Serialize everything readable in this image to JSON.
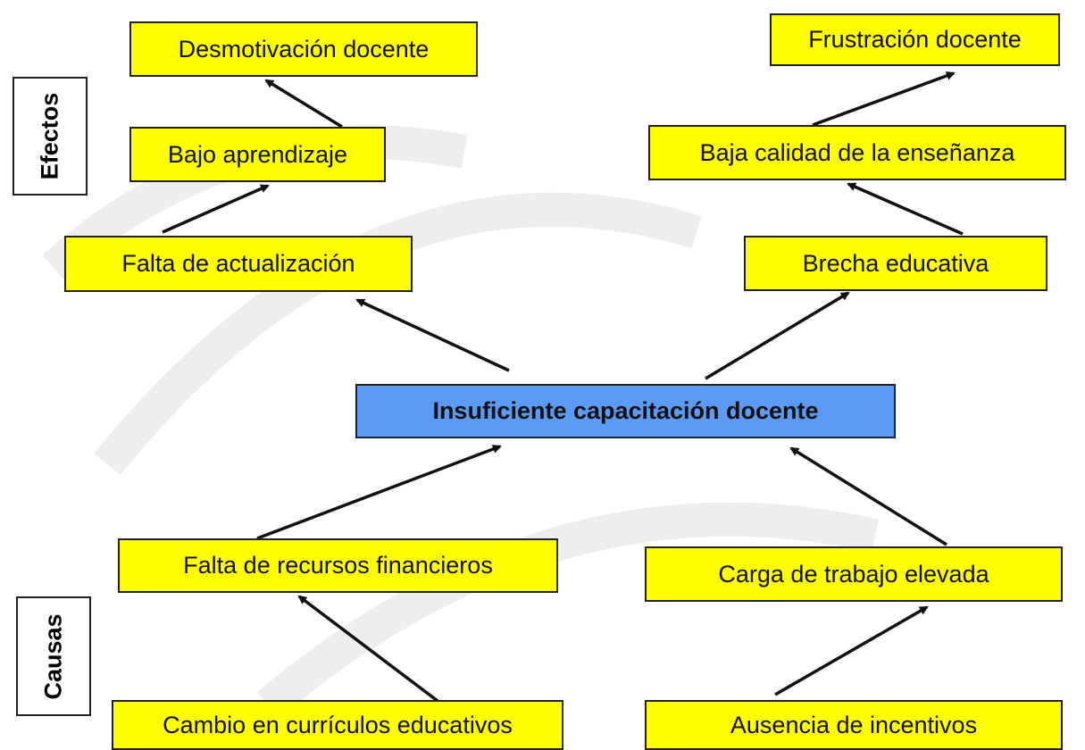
{
  "side_labels": {
    "effects": "Efectos",
    "causes": "Causas"
  },
  "effects": {
    "left": {
      "top": "Desmotivación docente",
      "middle": "Bajo aprendizaje",
      "bottom": "Falta de actualización"
    },
    "right": {
      "top": "Frustración docente",
      "middle": "Baja calidad de la enseñanza",
      "bottom": "Brecha educativa"
    }
  },
  "core_problem": "Insuficiente capacitación docente",
  "causes": {
    "left": {
      "upper": "Falta de recursos financieros",
      "lower": "Cambio en currículos educativos"
    },
    "right": {
      "upper": "Carga de trabajo elevada",
      "lower": "Ausencia de incentivos"
    }
  },
  "colors": {
    "box": "#ffff00",
    "core": "#5b9bf5",
    "border": "#222222"
  }
}
